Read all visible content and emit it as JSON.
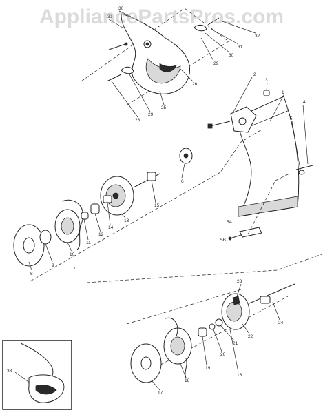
{
  "watermark": "AppliancePartsPros.com",
  "callouts": [
    "1",
    "2",
    "3",
    "4",
    "5",
    "5A",
    "5B",
    "6",
    "7",
    "8",
    "9",
    "10",
    "11",
    "12",
    "13",
    "14",
    "15",
    "16",
    "17",
    "18",
    "19",
    "20",
    "21",
    "22",
    "23",
    "24",
    "25",
    "26",
    "28",
    "29",
    "30",
    "31",
    "32",
    "33"
  ],
  "colors": {
    "line": "#222222",
    "shade": "#d9d9d9",
    "watermark": "#bebebe"
  }
}
